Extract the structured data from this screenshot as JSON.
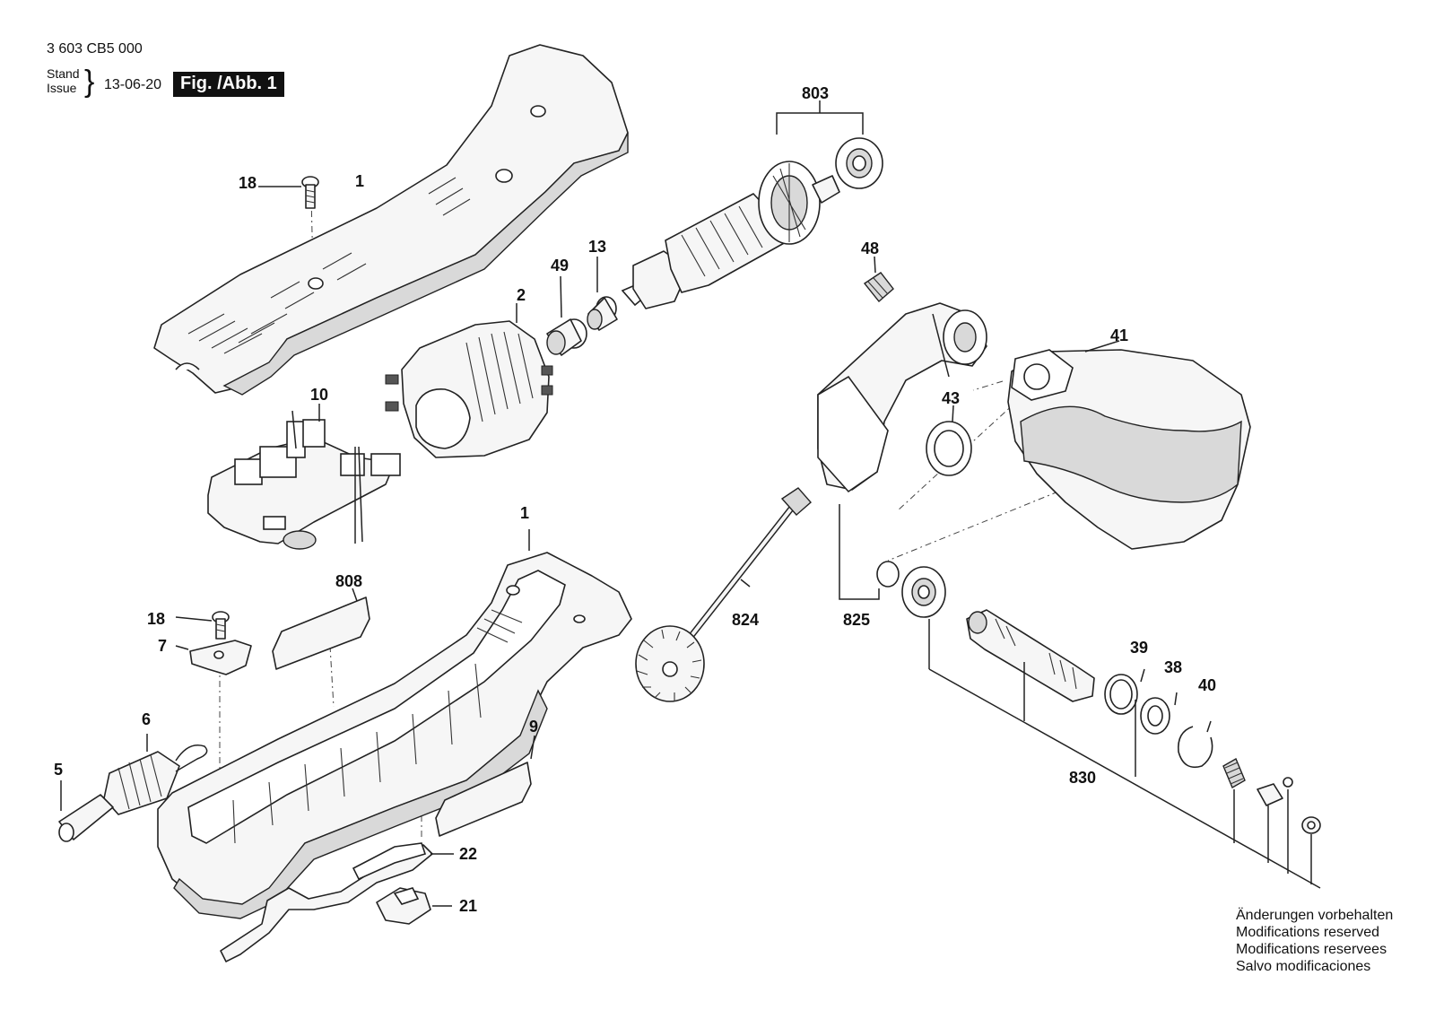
{
  "header": {
    "code": "3 603 CB5 000",
    "stand": "Stand",
    "issue": "Issue",
    "date": "13-06-20",
    "figure": "Fig. /Abb. 1"
  },
  "notes": [
    "Änderungen vorbehalten",
    "Modifications reserved",
    "Modifications reservees",
    "Salvo modificaciones"
  ],
  "labels": {
    "p1_top": "1",
    "p1_bottom": "1",
    "p2": "2",
    "p5": "5",
    "p6": "6",
    "p7": "7",
    "p9": "9",
    "p10": "10",
    "p13": "13",
    "p18_top": "18",
    "p18_bottom": "18",
    "p21": "21",
    "p22": "22",
    "p38": "38",
    "p39": "39",
    "p40": "40",
    "p41": "41",
    "p43": "43",
    "p48": "48",
    "p49": "49",
    "p803": "803",
    "p808": "808",
    "p824": "824",
    "p825": "825",
    "p830": "830"
  }
}
